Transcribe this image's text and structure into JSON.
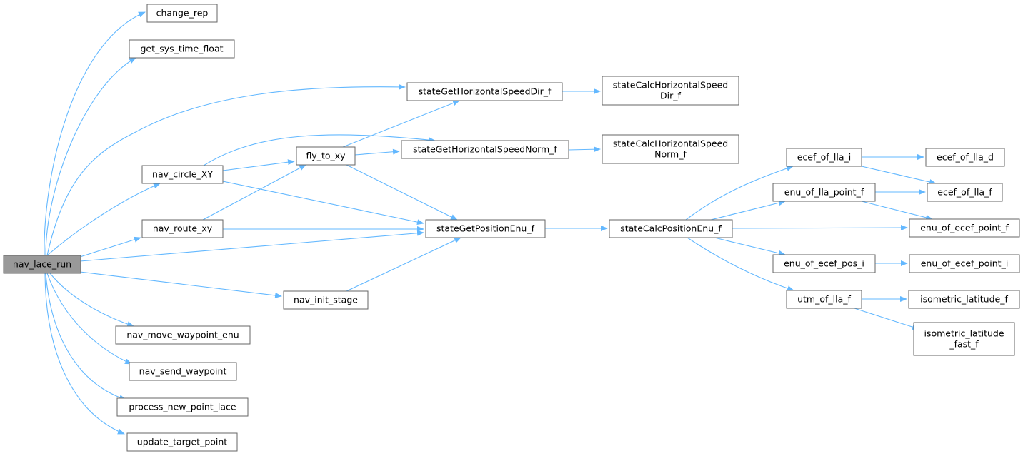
{
  "graph": {
    "root": "nav_lace_run",
    "colors": {
      "root_fill": "#999999",
      "node_fill": "#ffffff",
      "node_border": "#666666",
      "edge": "#63b8ff"
    },
    "nodes": [
      {
        "id": "nav_lace_run",
        "lines": [
          "nav_lace_run"
        ]
      },
      {
        "id": "change_rep",
        "lines": [
          "change_rep"
        ]
      },
      {
        "id": "get_sys_time_float",
        "lines": [
          "get_sys_time_float"
        ]
      },
      {
        "id": "stateGetHorizontalSpeedDir_f",
        "lines": [
          "stateGetHorizontalSpeedDir_f"
        ]
      },
      {
        "id": "stateCalcHorizontalSpeedDir_f",
        "lines": [
          "stateCalcHorizontalSpeed",
          "Dir_f"
        ]
      },
      {
        "id": "nav_circle_XY",
        "lines": [
          "nav_circle_XY"
        ]
      },
      {
        "id": "fly_to_xy",
        "lines": [
          "fly_to_xy"
        ]
      },
      {
        "id": "stateGetHorizontalSpeedNorm_f",
        "lines": [
          "stateGetHorizontalSpeedNorm_f"
        ]
      },
      {
        "id": "stateCalcHorizontalSpeedNorm_f",
        "lines": [
          "stateCalcHorizontalSpeed",
          "Norm_f"
        ]
      },
      {
        "id": "nav_route_xy",
        "lines": [
          "nav_route_xy"
        ]
      },
      {
        "id": "stateGetPositionEnu_f",
        "lines": [
          "stateGetPositionEnu_f"
        ]
      },
      {
        "id": "stateCalcPositionEnu_f",
        "lines": [
          "stateCalcPositionEnu_f"
        ]
      },
      {
        "id": "ecef_of_lla_i",
        "lines": [
          "ecef_of_lla_i"
        ]
      },
      {
        "id": "ecef_of_lla_d",
        "lines": [
          "ecef_of_lla_d"
        ]
      },
      {
        "id": "enu_of_lla_point_f",
        "lines": [
          "enu_of_lla_point_f"
        ]
      },
      {
        "id": "ecef_of_lla_f",
        "lines": [
          "ecef_of_lla_f"
        ]
      },
      {
        "id": "enu_of_ecef_point_f",
        "lines": [
          "enu_of_ecef_point_f"
        ]
      },
      {
        "id": "enu_of_ecef_pos_i",
        "lines": [
          "enu_of_ecef_pos_i"
        ]
      },
      {
        "id": "enu_of_ecef_point_i",
        "lines": [
          "enu_of_ecef_point_i"
        ]
      },
      {
        "id": "utm_of_lla_f",
        "lines": [
          "utm_of_lla_f"
        ]
      },
      {
        "id": "isometric_latitude_f",
        "lines": [
          "isometric_latitude_f"
        ]
      },
      {
        "id": "isometric_latitude_fast_f",
        "lines": [
          "isometric_latitude",
          "_fast_f"
        ]
      },
      {
        "id": "nav_init_stage",
        "lines": [
          "nav_init_stage"
        ]
      },
      {
        "id": "nav_move_waypoint_enu",
        "lines": [
          "nav_move_waypoint_enu"
        ]
      },
      {
        "id": "nav_send_waypoint",
        "lines": [
          "nav_send_waypoint"
        ]
      },
      {
        "id": "process_new_point_lace",
        "lines": [
          "process_new_point_lace"
        ]
      },
      {
        "id": "update_target_point",
        "lines": [
          "update_target_point"
        ]
      }
    ],
    "edges": [
      [
        "nav_lace_run",
        "change_rep"
      ],
      [
        "nav_lace_run",
        "get_sys_time_float"
      ],
      [
        "nav_lace_run",
        "stateGetHorizontalSpeedDir_f"
      ],
      [
        "nav_lace_run",
        "nav_circle_XY"
      ],
      [
        "nav_lace_run",
        "nav_route_xy"
      ],
      [
        "nav_lace_run",
        "stateGetPositionEnu_f"
      ],
      [
        "nav_lace_run",
        "nav_init_stage"
      ],
      [
        "nav_lace_run",
        "nav_move_waypoint_enu"
      ],
      [
        "nav_lace_run",
        "nav_send_waypoint"
      ],
      [
        "nav_lace_run",
        "process_new_point_lace"
      ],
      [
        "nav_lace_run",
        "update_target_point"
      ],
      [
        "stateGetHorizontalSpeedDir_f",
        "stateCalcHorizontalSpeedDir_f"
      ],
      [
        "nav_circle_XY",
        "fly_to_xy"
      ],
      [
        "nav_circle_XY",
        "stateGetHorizontalSpeedNorm_f"
      ],
      [
        "nav_circle_XY",
        "stateGetPositionEnu_f"
      ],
      [
        "fly_to_xy",
        "stateGetHorizontalSpeedDir_f"
      ],
      [
        "fly_to_xy",
        "stateGetHorizontalSpeedNorm_f"
      ],
      [
        "fly_to_xy",
        "stateGetPositionEnu_f"
      ],
      [
        "stateGetHorizontalSpeedNorm_f",
        "stateCalcHorizontalSpeedNorm_f"
      ],
      [
        "nav_route_xy",
        "fly_to_xy"
      ],
      [
        "nav_route_xy",
        "stateGetPositionEnu_f"
      ],
      [
        "nav_init_stage",
        "stateGetPositionEnu_f"
      ],
      [
        "stateGetPositionEnu_f",
        "stateCalcPositionEnu_f"
      ],
      [
        "stateCalcPositionEnu_f",
        "ecef_of_lla_i"
      ],
      [
        "stateCalcPositionEnu_f",
        "enu_of_lla_point_f"
      ],
      [
        "stateCalcPositionEnu_f",
        "enu_of_ecef_point_f"
      ],
      [
        "stateCalcPositionEnu_f",
        "enu_of_ecef_pos_i"
      ],
      [
        "stateCalcPositionEnu_f",
        "utm_of_lla_f"
      ],
      [
        "ecef_of_lla_i",
        "ecef_of_lla_d"
      ],
      [
        "ecef_of_lla_i",
        "ecef_of_lla_f"
      ],
      [
        "enu_of_lla_point_f",
        "ecef_of_lla_f"
      ],
      [
        "enu_of_lla_point_f",
        "enu_of_ecef_point_f"
      ],
      [
        "enu_of_ecef_pos_i",
        "enu_of_ecef_point_i"
      ],
      [
        "utm_of_lla_f",
        "isometric_latitude_f"
      ],
      [
        "utm_of_lla_f",
        "isometric_latitude_fast_f"
      ]
    ]
  }
}
